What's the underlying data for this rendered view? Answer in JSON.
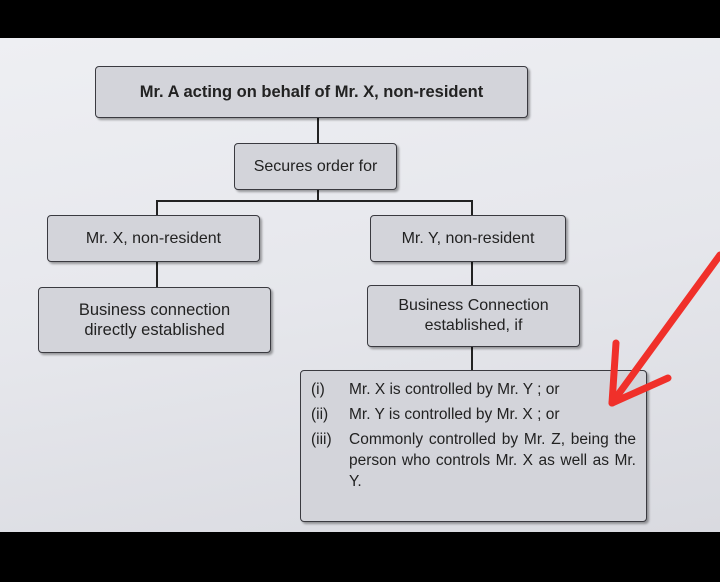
{
  "diagram": {
    "root": "Mr. A acting on behalf of Mr. X, non-resident",
    "action": "Secures order for",
    "left_party": "Mr. X, non-resident",
    "right_party": "Mr. Y, non-resident",
    "left_result": [
      "Business connection",
      "directly established"
    ],
    "right_result": [
      "Business Connection",
      "established, if"
    ],
    "conditions": [
      {
        "num": "(i)",
        "text": "Mr. X is controlled by Mr. Y ; or"
      },
      {
        "num": "(ii)",
        "text": "Mr. Y is controlled by Mr. X ; or"
      },
      {
        "num": "(iii)",
        "text": "Commonly controlled by Mr. Z, being the person who controls Mr. X as well as Mr. Y."
      }
    ]
  },
  "annotation": {
    "arrow_color": "#f0302a"
  }
}
